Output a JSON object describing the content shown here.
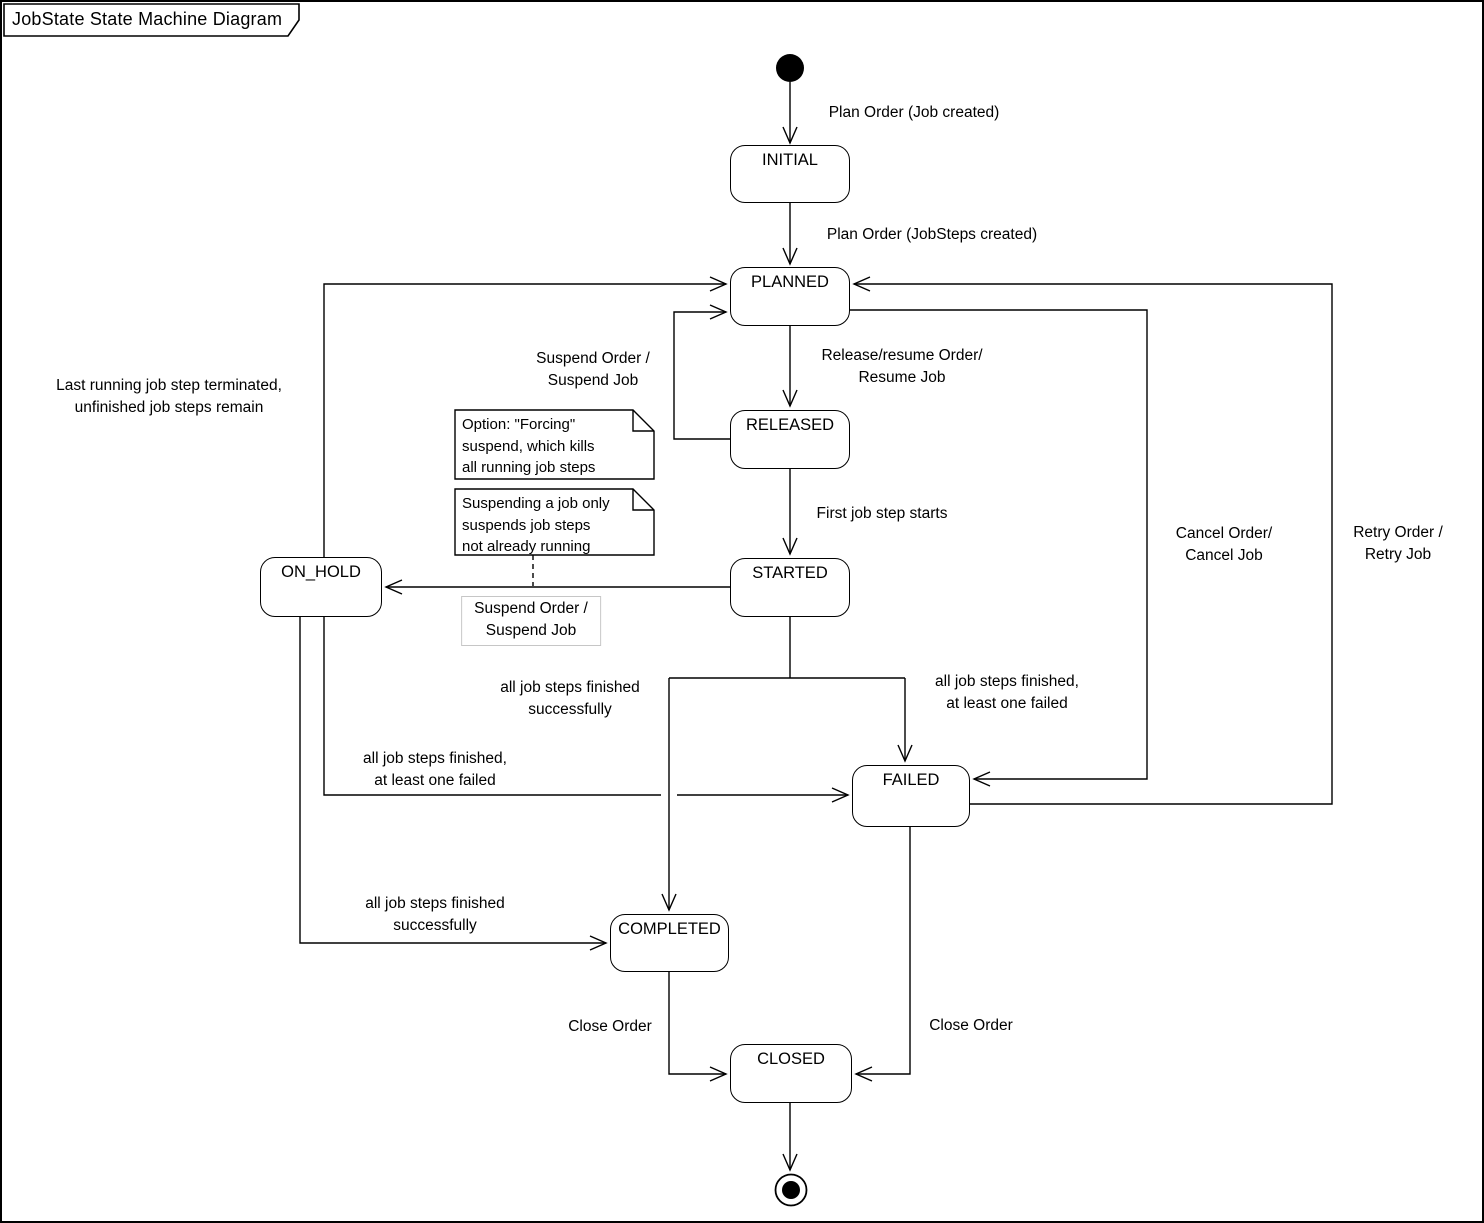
{
  "frame": {
    "title": "JobState State Machine Diagram"
  },
  "states": {
    "initial": "INITIAL",
    "planned": "PLANNED",
    "released": "RELEASED",
    "started": "STARTED",
    "on_hold": "ON_HOLD",
    "failed": "FAILED",
    "completed": "COMPLETED",
    "closed": "CLOSED"
  },
  "transitions": {
    "plan_order_job": [
      "Plan Order (Job created)"
    ],
    "plan_order_jobsteps": [
      "Plan Order (JobSteps created)"
    ],
    "release_resume": [
      "Release/resume Order/",
      "Resume Job"
    ],
    "suspend_to_planned": [
      "Suspend Order /",
      "Suspend Job"
    ],
    "first_job_step": [
      "First job step starts"
    ],
    "suspend_to_onhold": [
      "Suspend Order /",
      "Suspend Job"
    ],
    "last_step_terminated": [
      "Last running job step terminated,",
      "unfinished job steps remain"
    ],
    "started_success": [
      "all job steps finished",
      "successfully"
    ],
    "started_failed": [
      "all job steps finished,",
      "at least one failed"
    ],
    "onhold_failed": [
      "all job steps finished,",
      "at least one failed"
    ],
    "onhold_success": [
      "all job steps finished",
      "successfully"
    ],
    "cancel": [
      "Cancel Order/",
      "Cancel Job"
    ],
    "retry": [
      "Retry Order /",
      "Retry Job"
    ],
    "close_from_completed": [
      "Close Order"
    ],
    "close_from_failed": [
      "Close Order"
    ]
  },
  "notes": {
    "forcing": [
      "Option: \"Forcing\"",
      "suspend, which kills",
      "all running job steps"
    ],
    "suspending": [
      "Suspending a job only",
      "suspends job steps",
      "not already running"
    ]
  }
}
